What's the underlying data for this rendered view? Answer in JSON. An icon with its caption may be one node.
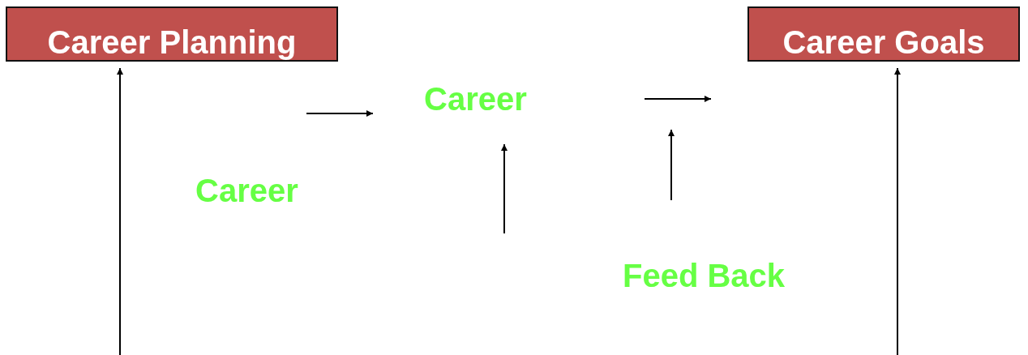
{
  "diagram": {
    "nodes": [
      {
        "text": [
          "Career Planning"
        ]
      },
      {
        "text": [
          "Career Goals"
        ]
      },
      {
        "text": [
          "Career"
        ]
      },
      {
        "text": [
          "Career"
        ]
      },
      {
        "text": [
          "Feed Back"
        ]
      }
    ],
    "edges": [
      {
        "from": null,
        "to": 0,
        "arrow": "to"
      },
      {
        "from": null,
        "to": 1,
        "arrow": "to"
      }
    ]
  }
}
